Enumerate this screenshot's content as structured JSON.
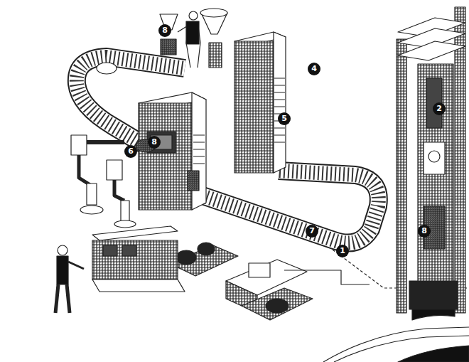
{
  "diagram": {
    "labels": [
      "8",
      "4",
      "2",
      "5",
      "8",
      "6",
      "7",
      "8",
      "1"
    ]
  }
}
